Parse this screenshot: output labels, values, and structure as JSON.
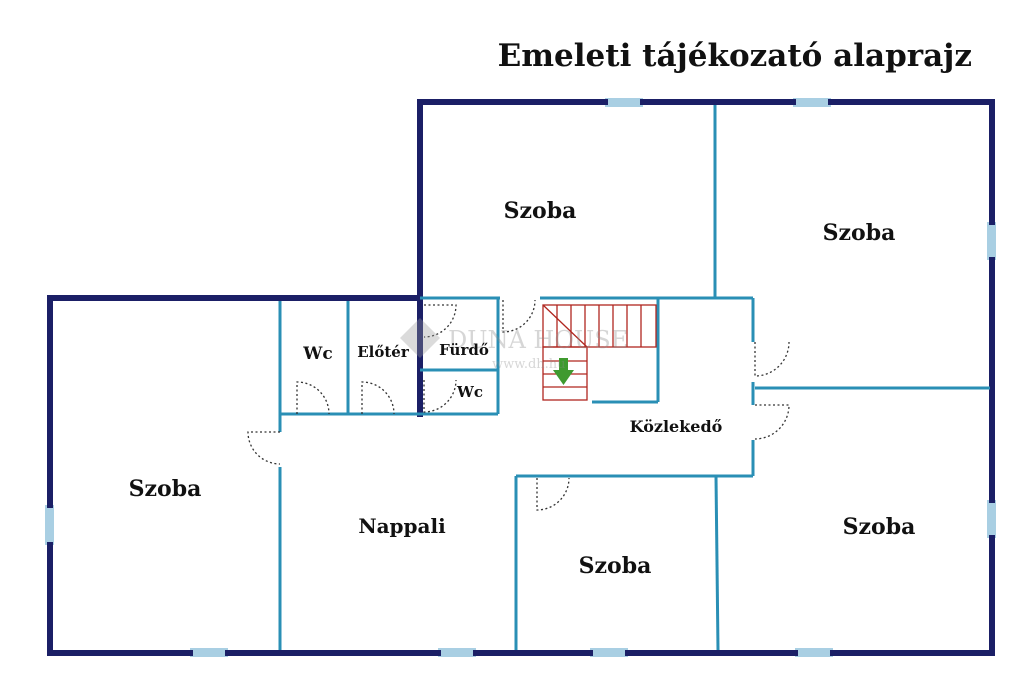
{
  "title": "Emeleti tájékozató alaprajz",
  "rooms": {
    "szoba_top_center": "Szoba",
    "szoba_top_right": "Szoba",
    "szoba_left": "Szoba",
    "szoba_bottom_center": "Szoba",
    "szoba_bottom_right": "Szoba",
    "nappali": "Nappali",
    "kozlekedo": "Közlekedő",
    "wc_left": "Wc",
    "wc_right": "Wc",
    "eloter": "Előtér",
    "furdo": "Fürdő"
  },
  "watermark": {
    "brand": "DUNA HOUSE",
    "url": "www.dh.hu"
  },
  "colors": {
    "outer_wall": "#1b1f66",
    "inner_wall": "#2a8fb5",
    "window": "#a9cfe3",
    "stairs": "#b0261f",
    "arrow": "#3f9a2f",
    "door_swing": "#333333"
  }
}
